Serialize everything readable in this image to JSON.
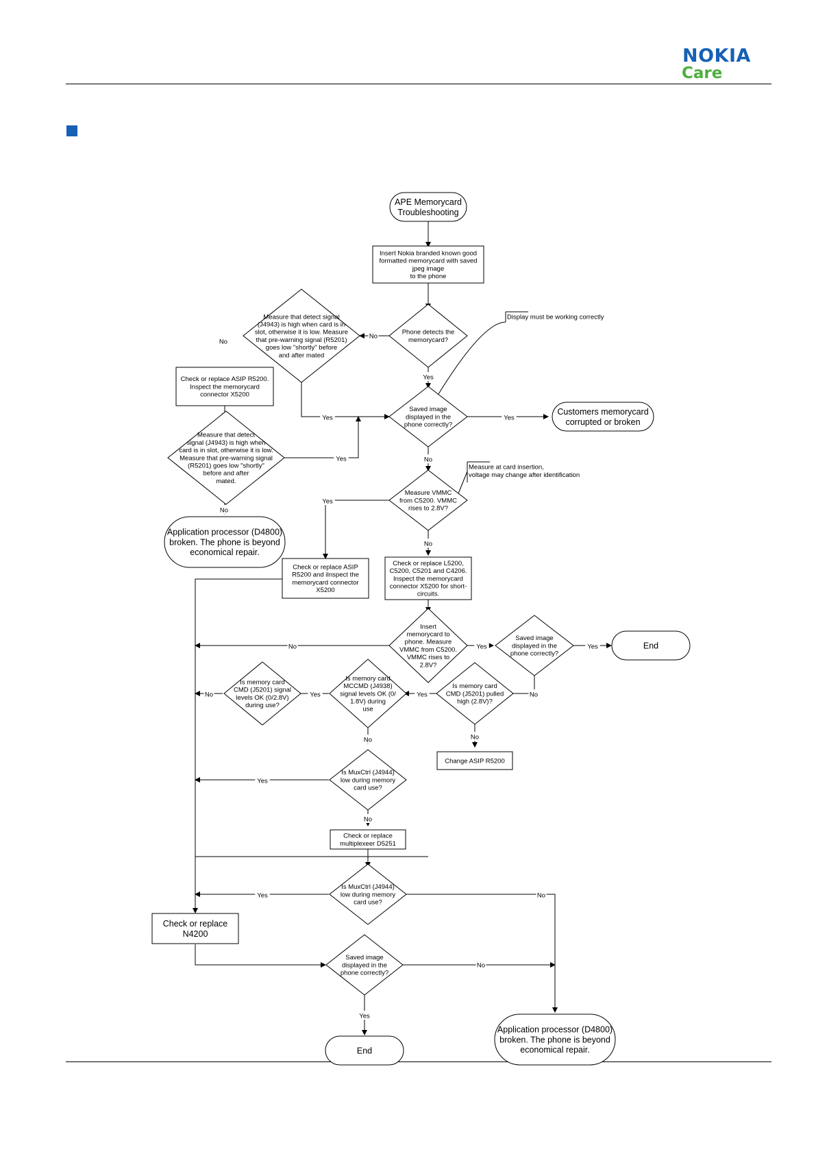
{
  "brand": {
    "name": "NOKIA",
    "sub": "Care"
  },
  "colors": {
    "brand_blue": "#1660b5",
    "brand_green": "#4caf3c"
  },
  "nodes": {
    "start": [
      "APE Memorycard",
      "Troubleshooting"
    ],
    "insert_card": [
      "Insert Nokia branded known good",
      "formatted memorycard with saved",
      "jpeg image",
      "to the phone"
    ],
    "phone_detects": [
      "Phone detects the",
      "memorycard?"
    ],
    "measure_detect_1": [
      "Measure that detect signal",
      "(J4943) is high when card is in",
      "slot, otherwise it is low. Measure",
      "that pre-warning signal (R5201)",
      "goes low \"shortly\" before",
      "and after mated"
    ],
    "check_asip_1": [
      "Check or replace  ASIP R5200.",
      "Inspect the memorycard",
      "connector X5200"
    ],
    "saved_image_1": [
      "Saved image",
      "displayed in the",
      "phone correctly?"
    ],
    "customers_card": [
      "Customers memorycard",
      "corrupted or broken"
    ],
    "measure_detect_2": [
      "Measure that detect",
      "signal (J4943) is high when",
      "card is in slot, otherwise it is low.",
      "Measure that pre-warning signal",
      "(R5201) goes low \"shortly\"",
      "before and after",
      "mated."
    ],
    "app_proc_1": [
      "Application processor (D4800)",
      "broken. The phone is beyond",
      "economical repair."
    ],
    "measure_vmmc": [
      "Measure VMMC",
      "from C5200. VMMC",
      "rises to 2.8V?"
    ],
    "check_asip_2": [
      "Check or replace ASIP",
      "R5200 and iInspect the",
      "memorycard connector",
      "X5200"
    ],
    "check_l5200": [
      "Check or replace L5200,",
      "C5200, C5201 and C4206.",
      "Inspect the memorycard",
      "connector X5200 for short-",
      "circuits."
    ],
    "insert_measure": [
      "Insert",
      "memorycard to",
      "phone. Measure",
      "VMMC from C5200.",
      "VMMC rises to",
      "2.8V?"
    ],
    "saved_image_2": [
      "Saved image",
      "displayed in the",
      "phone correctly?"
    ],
    "end_1": [
      "End"
    ],
    "cmd_pulled": [
      "Is memory card",
      "CMD (J5201) pulled",
      "high (2.8V)?"
    ],
    "mccmd_levels": [
      "Is memory card",
      "MCCMD (J4938)",
      "signal levels OK (0/",
      "1.8V) during",
      "use"
    ],
    "cmd_levels": [
      "Is memory card",
      "CMD (J5201) signal",
      "levels OK (0/2.8V)",
      "during use?"
    ],
    "change_asip": [
      "Change ASIP R5200"
    ],
    "muxctrl_1": [
      "Is MuxCtrl (J4944)",
      "low during memory",
      "card use?"
    ],
    "check_mux": [
      "Check or replace",
      "multiplexeer D5251"
    ],
    "muxctrl_2": [
      "Is MuxCtrl (J4944)",
      "low during memory",
      "card use?"
    ],
    "check_n4200": [
      "Check or replace",
      "N4200"
    ],
    "saved_image_3": [
      "Saved image",
      "displayed in the",
      "phone correctly?"
    ],
    "end_2": [
      "End"
    ],
    "app_proc_2": [
      "Application processor (D4800)",
      "broken. The phone is beyond",
      "economical repair."
    ]
  },
  "notes": {
    "display_note": [
      "Display must be working correctly"
    ],
    "measure_note": [
      "Measure at card insertion,",
      "voltage may change after identification"
    ]
  },
  "labels": {
    "yes": "Yes",
    "no": "No"
  }
}
